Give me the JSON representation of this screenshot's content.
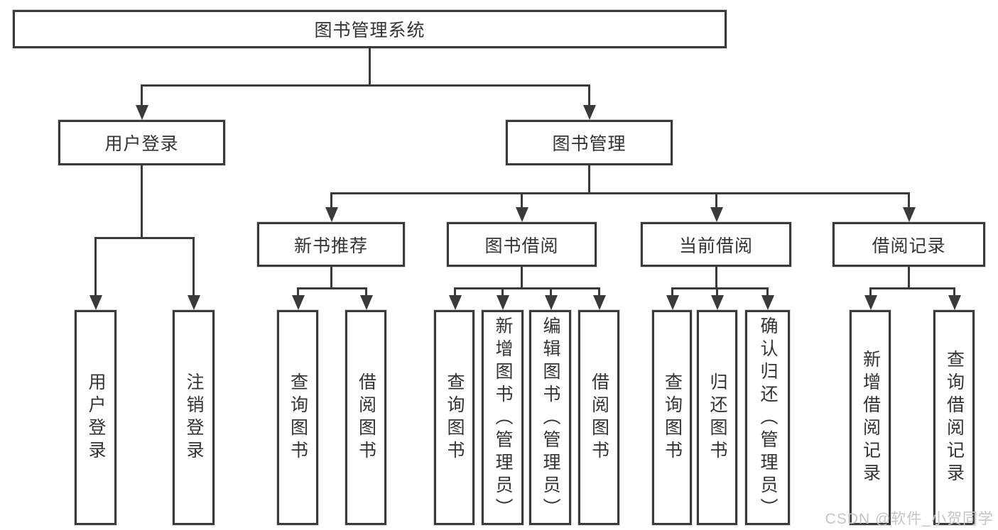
{
  "colors": {
    "line": "#3a3a3a",
    "border": "#3a3a3a",
    "text": "#333333",
    "watermark": "#c5c5c5",
    "background": "#ffffff"
  },
  "watermark": "CSDN @软件_小贺同学",
  "tree": {
    "label": "图书管理系统",
    "children": [
      {
        "label": "用户登录",
        "children": [
          {
            "label": "用户登录"
          },
          {
            "label": "注销登录"
          }
        ]
      },
      {
        "label": "图书管理",
        "children": [
          {
            "label": "新书推荐",
            "children": [
              {
                "label": "查询图书"
              },
              {
                "label": "借阅图书"
              }
            ]
          },
          {
            "label": "图书借阅",
            "children": [
              {
                "label": "查询图书"
              },
              {
                "label": "新增图书（管理员）"
              },
              {
                "label": "编辑图书（管理员）"
              },
              {
                "label": "借阅图书"
              }
            ]
          },
          {
            "label": "当前借阅",
            "children": [
              {
                "label": "查询图书"
              },
              {
                "label": "归还图书"
              },
              {
                "label": "确认归还（管理员）"
              }
            ]
          },
          {
            "label": "借阅记录",
            "children": [
              {
                "label": "新增借阅记录"
              },
              {
                "label": "查询借阅记录"
              }
            ]
          }
        ]
      }
    ]
  }
}
